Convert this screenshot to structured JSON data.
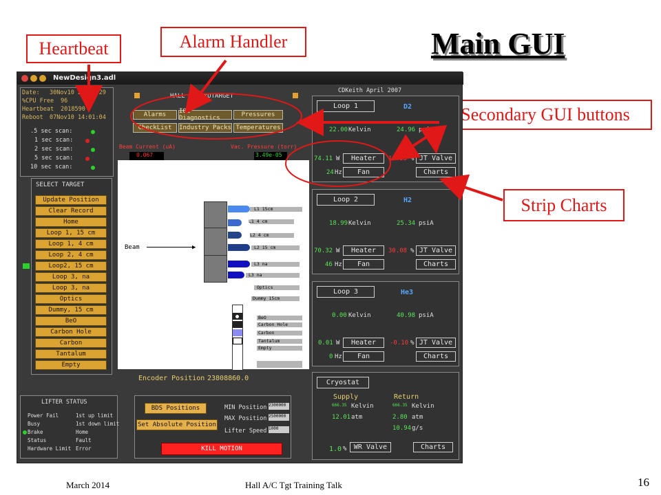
{
  "slide": {
    "title": "Main GUI",
    "footer_date": "March 2014",
    "footer_talk": "Hall A/C Tgt Training Talk",
    "page_number": "16"
  },
  "callouts": {
    "heartbeat": "Heartbeat",
    "alarm_handler": "Alarm Handler",
    "secondary_gui": "Secondary GUI buttons",
    "strip_charts": "Strip Charts"
  },
  "colors": {
    "callout": "#e01818",
    "target_button": "#dba332",
    "green_value": "#57e657",
    "red_value": "#ff3a3a"
  },
  "window": {
    "title": "NewDesign3.adl",
    "status": {
      "date_label": "Date:",
      "date_value": "30Nov10 23:13:29",
      "cpu_label": "%CPU Free",
      "cpu_value": "96",
      "heartbeat_label": "Heartbeat",
      "heartbeat_value": "2018590",
      "reboot_label": "Reboot",
      "reboot_value": "07Nov10 14:01:04",
      "scans": [
        ".5 sec scan:",
        "1 sec scan:",
        "2 sec scan:",
        "5 sec scan:",
        "10 sec scan:"
      ]
    },
    "header": {
      "hall_title": "HALL A CRYOTARGET",
      "author": "CDKeith April 2007"
    },
    "alarm_buttons": [
      "Alarms",
      "IOC Diagnostics",
      "Pressures",
      "CheckList",
      "Industry Packs",
      "Temperatures"
    ],
    "beam_current_label": "Beam Current (uA)",
    "beam_current_value": "0.067",
    "vac_pressure_label": "Vac. Pressure (torr)",
    "vac_pressure_value": "3.49e-05",
    "select_target": {
      "title": "SELECT TARGET",
      "buttons": [
        "Update Position",
        "Clear Record",
        "Home",
        "Loop 1, 15 cm",
        "Loop 1, 4 cm",
        "Loop 2, 4 cm",
        "Loop2, 15 cm",
        "Loop 3, na",
        "Loop 3, na",
        "Optics",
        "Dummy, 15 cm",
        "BeO",
        "Carbon Hole",
        "Carbon",
        "Tantalum",
        "Empty"
      ]
    },
    "beam_label": "Beam",
    "target_labels": [
      "L1 15cm",
      "L1 4 cm",
      "L2 4 cm",
      "L2 15 cm",
      "L3 na",
      "L3 na",
      "Optics",
      "Dummy 15cm"
    ],
    "solid_labels": [
      "BeO",
      "Carbon Hole",
      "Carbon",
      "Tantalum",
      "Empty"
    ],
    "encoder_label": "Encoder Position",
    "encoder_value": "23808860.0",
    "loops": [
      {
        "title": "Loop 1",
        "gas": "D2",
        "temp": "22.00",
        "temp_unit": "Kelvin",
        "press": "24.96",
        "press_unit": "psiA",
        "heater": "74.11",
        "heater_unit": "W",
        "fan": "24",
        "fan_unit": "Hz",
        "jt": "16.33",
        "jt_unit": "%",
        "heater_label": "Heater",
        "fan_label": "Fan",
        "jt_label": "JT Valve",
        "charts_label": "Charts"
      },
      {
        "title": "Loop 2",
        "gas": "H2",
        "temp": "18.99",
        "temp_unit": "Kelvin",
        "press": "25.34",
        "press_unit": "psiA",
        "heater": "70.32",
        "heater_unit": "W",
        "fan": "46",
        "fan_unit": "Hz",
        "jt": "30.08",
        "jt_unit": "%",
        "heater_label": "Heater",
        "fan_label": "Fan",
        "jt_label": "JT Valve",
        "charts_label": "Charts"
      },
      {
        "title": "Loop 3",
        "gas": "He3",
        "temp": "0.00",
        "temp_unit": "Kelvin",
        "press": "40.98",
        "press_unit": "psiA",
        "heater": "0.01",
        "heater_unit": "W",
        "fan": "0",
        "fan_unit": "Hz",
        "jt": "-0.10",
        "jt_unit": "%",
        "heater_label": "Heater",
        "fan_label": "Fan",
        "jt_label": "JT Valve",
        "charts_label": "Charts"
      }
    ],
    "cryostat": {
      "title": "Cryostat",
      "supply_label": "Supply",
      "return_label": "Return",
      "supply_temp": "666.35",
      "supply_temp_unit": "Kelvin",
      "return_temp": "666.35",
      "return_temp_unit": "Kelvin",
      "supply_press": "12.01",
      "supply_press_unit": "atm",
      "return_press": "2.80",
      "return_press_unit": "atm",
      "flow": "10.94",
      "flow_unit": "g/s",
      "wr_value": "1.0",
      "wr_unit": "%",
      "wr_label": "WR Valve",
      "charts_label": "Charts"
    },
    "lifter": {
      "title": "LIFTER STATUS",
      "left": [
        "Power Fail",
        "Busy",
        "Brake",
        "Status",
        "Hardware Limit"
      ],
      "right": [
        "1st up limit",
        "1st down limit",
        "Home",
        "Fault",
        "Error"
      ]
    },
    "motion": {
      "bds_label": "BDS Positions",
      "set_abs_label": "Set Absolute Position",
      "min_label": "MIN Position",
      "min_value": "2300000",
      "max_label": "MAX Position",
      "max_value": "2500000",
      "speed_label": "Lifter Speed",
      "speed_value": "1000",
      "kill_label": "KILL MOTION"
    }
  }
}
